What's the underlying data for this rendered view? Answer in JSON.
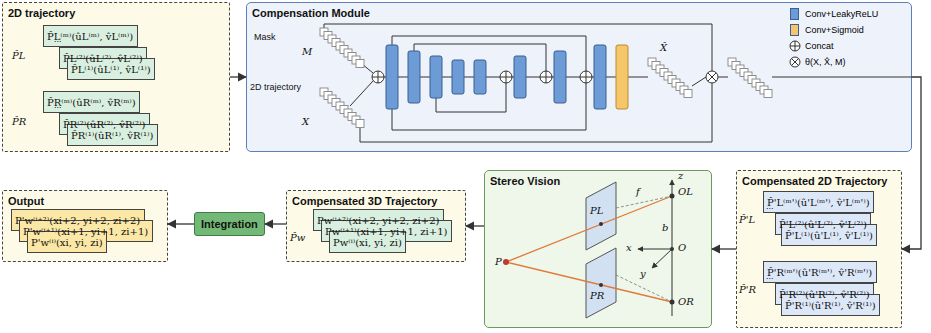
{
  "diagram": {
    "nodes": [
      {
        "text": [
          "2D trajectory"
        ]
      },
      {
        "text": [
          "P̂L⁽ᵐ⁾(ûL⁽ᵐ⁾, v̂L⁽ᵐ⁾)"
        ],
        "in": 0
      },
      {
        "text": [
          "P̂L⁽²⁾(ûL⁽²⁾, v̂L⁽²⁾)"
        ],
        "in": 0
      },
      {
        "text": [
          "P̂L⁽¹⁾(ûL⁽¹⁾, v̂L⁽¹⁾)"
        ],
        "in": 0
      },
      {
        "text": [
          "P̂R⁽ᵐ⁾(ûR⁽ᵐ⁾, v̂R⁽ᵐ⁾)"
        ],
        "in": 0
      },
      {
        "text": [
          "P̂R⁽²⁾(ûR⁽²⁾, v̂R⁽²⁾)"
        ],
        "in": 0
      },
      {
        "text": [
          "P̂R⁽¹⁾(ûR⁽¹⁾, v̂R⁽¹⁾)"
        ],
        "in": 0
      },
      {
        "text": [
          "Compensation Module"
        ]
      },
      {
        "text": [
          "Output"
        ]
      },
      {
        "text": [
          "P'w⁽ⁱ⁺²⁾(xi+2, yi+2, zi+2)"
        ],
        "in": 8
      },
      {
        "text": [
          "P'w⁽ⁱ⁺¹⁾(xi+1, yi+1, zi+1)"
        ],
        "in": 8
      },
      {
        "text": [
          "P'w⁽ⁱ⁾(xi, yi, zi)"
        ],
        "in": 8
      },
      {
        "text": [
          "Integration"
        ]
      },
      {
        "text": [
          "Compensated 3D Trajectory"
        ]
      },
      {
        "text": [
          "Pw⁽ⁱ⁺²⁾(xi+2, yi+2, zi+2)"
        ],
        "in": 13
      },
      {
        "text": [
          "Pw⁽ⁱ⁺¹⁾(xi+1, yi+1, zi+1)"
        ],
        "in": 13
      },
      {
        "text": [
          "Pw⁽ⁱ⁾(xi, yi, zi)"
        ],
        "in": 13
      },
      {
        "text": [
          "Stereo Vision"
        ]
      },
      {
        "text": [
          "Compensated 2D Trajectory"
        ]
      },
      {
        "text": [
          "P̂'L⁽ᵐ'⁾(û'L⁽ᵐ'⁾, v̂'L⁽ᵐ'⁾)"
        ],
        "in": 18
      },
      {
        "text": [
          "P̂'L⁽²⁾(û'L⁽²⁾, v̂'L⁽²⁾)"
        ],
        "in": 18
      },
      {
        "text": [
          "P̂'L⁽¹⁾(û'L⁽¹⁾, v̂'L⁽¹⁾)"
        ],
        "in": 18
      },
      {
        "text": [
          "P̂'R⁽ᵐ'⁾(û'R⁽ᵐ'⁾, v̂'R⁽ᵐ'⁾)"
        ],
        "in": 18
      },
      {
        "text": [
          "P̂'R⁽²⁾(û'R⁽²⁾, v̂'R⁽²⁾)"
        ],
        "in": 18
      },
      {
        "text": [
          "P̂'R⁽¹⁾(û'R⁽¹⁾, v̂'R⁽¹⁾)"
        ],
        "in": 18
      }
    ],
    "edges": [
      {
        "from": 0,
        "to": 7,
        "arrow": "to"
      },
      {
        "from": 7,
        "to": 18,
        "arrow": "to"
      },
      {
        "from": 18,
        "to": 17,
        "arrow": "to"
      },
      {
        "from": 17,
        "to": 13,
        "arrow": "to"
      },
      {
        "from": 13,
        "to": 12,
        "arrow": "to"
      },
      {
        "from": 12,
        "to": 8,
        "arrow": "to"
      }
    ],
    "labels": [
      "...",
      "P̂L",
      "...",
      "P̂R",
      "Mask",
      "2D trajectory",
      "M",
      "X",
      "X̂",
      "P̂w",
      "z",
      "x",
      "y",
      "P",
      "PL",
      "PR",
      "OL",
      "OR",
      "O",
      "b",
      "f",
      "...",
      "P̂'L",
      "...",
      "P̂'R"
    ],
    "legend": [
      {
        "text": "Conv+LeakyReLU",
        "color": "#6d9bd6"
      },
      {
        "text": "Conv+Sigmoid",
        "color": "#f6c66b"
      },
      {
        "text": "Concat"
      },
      {
        "text": "θ(X, X̂, M)"
      }
    ]
  }
}
